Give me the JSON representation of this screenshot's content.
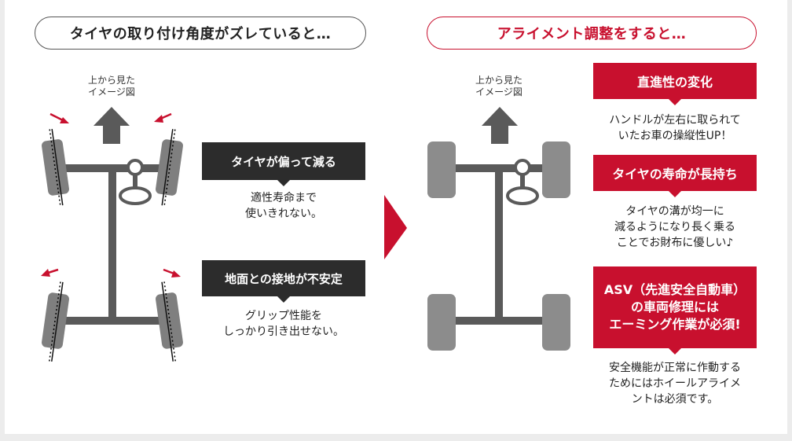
{
  "header": {
    "left_title": "タイヤの取り付け角度がズレていると…",
    "right_title": "アライメント調整をすると…"
  },
  "left_diagram": {
    "caption_line1": "上から見た",
    "caption_line2": "イメージ図"
  },
  "right_diagram": {
    "caption_line1": "上から見た",
    "caption_line2": "イメージ図"
  },
  "problems": [
    {
      "label": "タイヤが偏って減る",
      "desc_line1": "適性寿命まで",
      "desc_line2": "使いきれない。"
    },
    {
      "label": "地面との接地が不安定",
      "desc_line1": "グリップ性能を",
      "desc_line2": "しっかり引き出せない。"
    }
  ],
  "benefits": [
    {
      "label": "直進性の変化",
      "desc": "ハンドルが左右に取られて\nいたお車の操縦性UP！"
    },
    {
      "label": "タイヤの寿命が長持ち",
      "desc": "タイヤの溝が均一に\n減るようになり長く乗る\nことでお財布に優しい♪"
    },
    {
      "label": "ASV（先進安全自動車）\nの車両修理には\nエーミング作業が必須!",
      "desc": "安全機能が正常に作動する\nためにはホイールアライメ\nントは必須です。"
    }
  ],
  "colors": {
    "accent": "#c8102e",
    "dark": "#2c2c2c",
    "frame": "#5a5a5a",
    "tire_left": "#7f7f7f",
    "tire_right": "#8c8c8c"
  },
  "icons": {
    "forward_arrow": "up-arrow-icon",
    "steering": "steering-wheel-icon",
    "next": "triangle-right-icon",
    "misalign": "small-red-arrow-icon"
  }
}
